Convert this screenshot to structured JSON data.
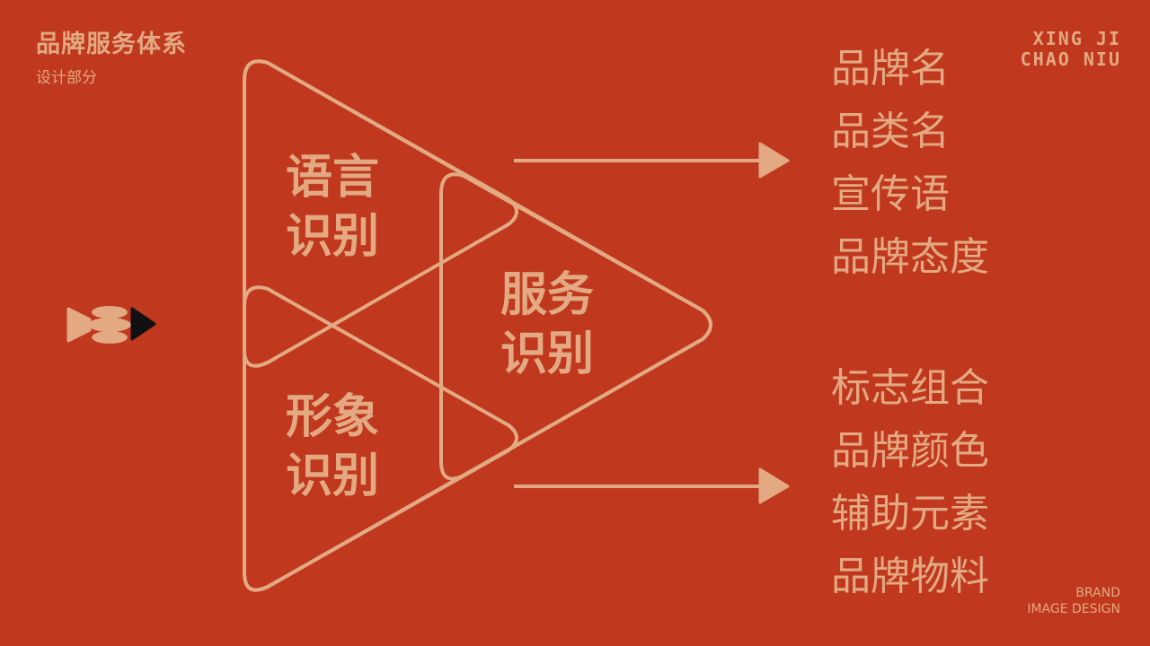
{
  "header": {
    "title": "品牌服务体系",
    "subtitle": "设计部分"
  },
  "logo": {
    "line1": "XING JI",
    "line2": "CHAO NIU"
  },
  "footer": {
    "line1": "BRAND",
    "line2": "IMAGE DESIGN"
  },
  "diagram": {
    "language_identity": {
      "line1": "语言",
      "line2": "识别"
    },
    "image_identity": {
      "line1": "形象",
      "line2": "识别"
    },
    "service_identity": {
      "line1": "服务",
      "line2": "识别"
    },
    "fish_icon": "fish-play-icon"
  },
  "outputs": {
    "language_items": [
      "品牌名",
      "品类名",
      "宣传语",
      "品牌态度"
    ],
    "image_items": [
      "标志组合",
      "品牌颜色",
      "辅助元素",
      "品牌物料"
    ]
  },
  "colors": {
    "background": "#C0381D",
    "accent": "#E2A982",
    "dark": "#111111"
  }
}
